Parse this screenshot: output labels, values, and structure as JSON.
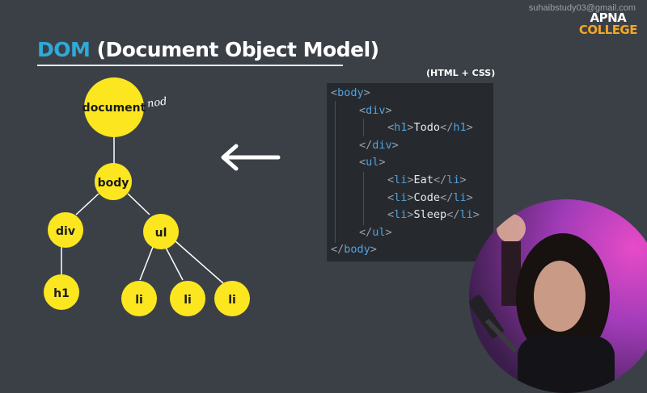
{
  "watermark": "suhaibstudy03@gmail.com",
  "logo": {
    "line1": "APNA",
    "line2": "COLLEGE"
  },
  "title": {
    "highlight": "DOM",
    "rest": " (Document Object Model)"
  },
  "tree": {
    "nodes": {
      "document": "document",
      "body": "body",
      "div": "div",
      "ul": "ul",
      "h1": "h1",
      "li1": "li",
      "li2": "li",
      "li3": "li"
    },
    "annotation": "nod"
  },
  "code": {
    "label": "(HTML + CSS)",
    "lines": [
      {
        "indent": 0,
        "open": "<",
        "tag": "body",
        "close": ">",
        "text": "",
        "end_open": "",
        "end_tag": "",
        "end_close": ""
      },
      {
        "indent": 1,
        "open": "<",
        "tag": "div",
        "close": ">",
        "text": "",
        "end_open": "",
        "end_tag": "",
        "end_close": ""
      },
      {
        "indent": 2,
        "open": "<",
        "tag": "h1",
        "close": ">",
        "text": "Todo",
        "end_open": "</",
        "end_tag": "h1",
        "end_close": ">"
      },
      {
        "indent": 1,
        "open": "</",
        "tag": "div",
        "close": ">",
        "text": "",
        "end_open": "",
        "end_tag": "",
        "end_close": ""
      },
      {
        "indent": 1,
        "open": "<",
        "tag": "ul",
        "close": ">",
        "text": "",
        "end_open": "",
        "end_tag": "",
        "end_close": ""
      },
      {
        "indent": 2,
        "open": "<",
        "tag": "li",
        "close": ">",
        "text": "Eat",
        "end_open": "</",
        "end_tag": "li",
        "end_close": ">"
      },
      {
        "indent": 2,
        "open": "<",
        "tag": "li",
        "close": ">",
        "text": "Code",
        "end_open": "</",
        "end_tag": "li",
        "end_close": ">"
      },
      {
        "indent": 2,
        "open": "<",
        "tag": "li",
        "close": ">",
        "text": "Sleep",
        "end_open": "</",
        "end_tag": "li",
        "end_close": ">"
      },
      {
        "indent": 1,
        "open": "</",
        "tag": "ul",
        "close": ">",
        "text": "",
        "end_open": "",
        "end_tag": "",
        "end_close": ""
      },
      {
        "indent": 0,
        "open": "</",
        "tag": "body",
        "close": ">",
        "text": "",
        "end_open": "",
        "end_tag": "",
        "end_close": ""
      }
    ]
  },
  "colors": {
    "background": "#3b4047",
    "node_fill": "#fce61f",
    "dom_accent": "#2eaad8",
    "tag_color": "#4ea3e0",
    "logo_accent": "#f5a623"
  }
}
